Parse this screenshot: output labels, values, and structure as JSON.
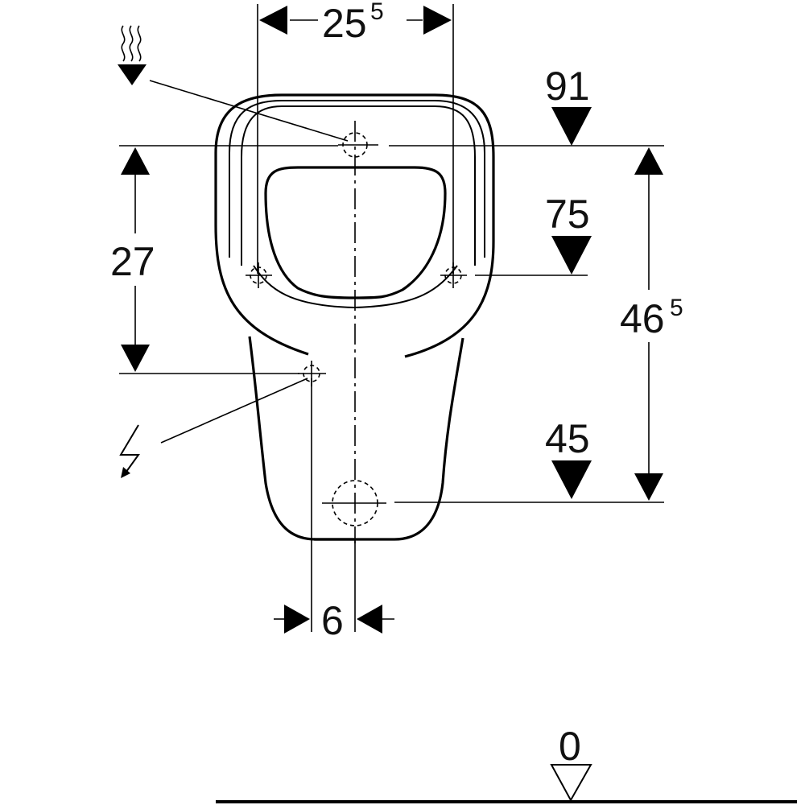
{
  "dimensions": {
    "width_main": "25",
    "width_sup": "5",
    "height_left": "27",
    "height_right_main": "46",
    "height_right_sup": "5",
    "offset_bottom": "6"
  },
  "levels": {
    "top": "91",
    "middle": "75",
    "bottom": "45",
    "floor": "0"
  },
  "icons": {
    "water": "hot-water-icon",
    "electric": "lightning-icon"
  },
  "colors": {
    "line": "#000000",
    "background": "#ffffff"
  }
}
